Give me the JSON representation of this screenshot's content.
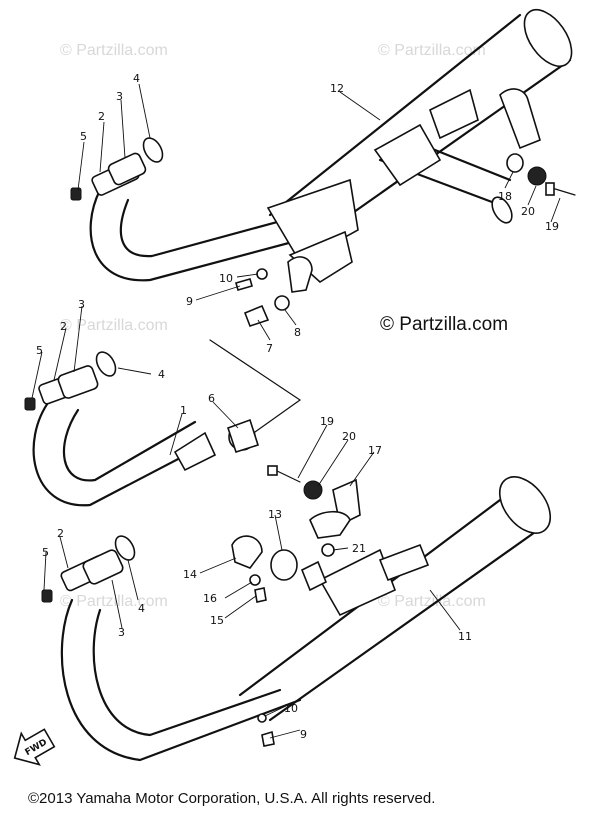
{
  "watermark": "© Partzilla.com",
  "brand": "© Partzilla.com",
  "copyright": "©2013   Yamaha Motor Corporation, U.S.A. All rights reserved.",
  "fwd_label": "FWD",
  "callouts": {
    "c1": "1",
    "c2a": "2",
    "c2b": "2",
    "c2c": "2",
    "c3a": "3",
    "c3b": "3",
    "c3c": "3",
    "c4a": "4",
    "c4b": "4",
    "c4c": "4",
    "c5a": "5",
    "c5b": "5",
    "c5c": "5",
    "c6": "6",
    "c7": "7",
    "c8": "8",
    "c9a": "9",
    "c9b": "9",
    "c10a": "10",
    "c10b": "10",
    "c11": "11",
    "c12": "12",
    "c13": "13",
    "c14": "14",
    "c15": "15",
    "c16": "16",
    "c17": "17",
    "c18": "18",
    "c19a": "19",
    "c19b": "19",
    "c20a": "20",
    "c20b": "20",
    "c21": "21"
  }
}
